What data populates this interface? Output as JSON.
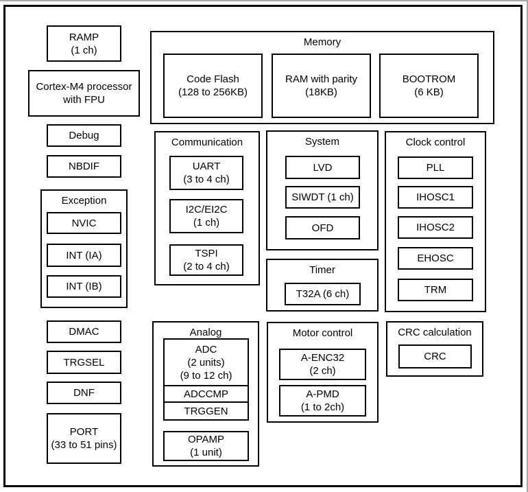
{
  "left": {
    "ramp": {
      "l1": "RAMP",
      "l2": "(1 ch)"
    },
    "cortex": {
      "l1": "Cortex-M4 processor",
      "l2": "with FPU"
    },
    "debug": "Debug",
    "nbdif": "NBDIF",
    "exception": {
      "title": "Exception",
      "nvic": "NVIC",
      "int_ia": "INT (IA)",
      "int_ib": "INT (IB)"
    },
    "dmac": "DMAC",
    "trgsel": "TRGSEL",
    "dnf": "DNF",
    "port": {
      "l1": "PORT",
      "l2": "(33 to 51 pins)"
    }
  },
  "memory": {
    "title": "Memory",
    "code_flash": {
      "l1": "Code Flash",
      "l2": "(128 to 256KB)"
    },
    "ram": {
      "l1": "RAM with parity",
      "l2": "(18KB)"
    },
    "bootrom": {
      "l1": "BOOTROM",
      "l2": "(6 KB)"
    }
  },
  "communication": {
    "title": "Communication",
    "uart": {
      "l1": "UART",
      "l2": "(3 to 4 ch)"
    },
    "i2c": {
      "l1": "I2C/EI2C",
      "l2": "(1 ch)"
    },
    "tspi": {
      "l1": "TSPI",
      "l2": "(2 to 4 ch)"
    }
  },
  "system": {
    "title": "System",
    "lvd": "LVD",
    "siwdt": "SIWDT (1 ch)",
    "ofd": "OFD"
  },
  "timer": {
    "title": "Timer",
    "t32a": "T32A (6 ch)"
  },
  "clock": {
    "title": "Clock control",
    "items": [
      "PLL",
      "IHOSC1",
      "IHOSC2",
      "EHOSC",
      "TRM"
    ]
  },
  "analog": {
    "title": "Analog",
    "adc": {
      "l1": "ADC",
      "l2": "(2 units)",
      "l3": "(9 to 12 ch)"
    },
    "adccmp": "ADCCMP",
    "trggen": "TRGGEN",
    "opamp": {
      "l1": "OPAMP",
      "l2": "(1 unit)"
    }
  },
  "motor": {
    "title": "Motor control",
    "aenc32": {
      "l1": "A-ENC32",
      "l2": "(2 ch)"
    },
    "apmd": {
      "l1": "A-PMD",
      "l2": "(1 to 2ch)"
    }
  },
  "crc_calc": {
    "title": "CRC calculation",
    "crc": "CRC"
  },
  "colors": {
    "border": "#000000",
    "background": "#ffffff",
    "page_line": "#a8a8a8"
  }
}
